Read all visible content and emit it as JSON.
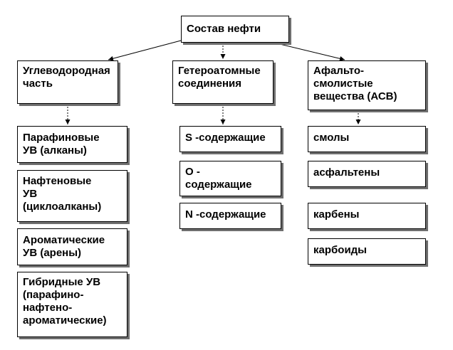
{
  "root": "Состав нефти",
  "columns": [
    {
      "header": "Углеводородная\nчасть",
      "items": [
        "Парафиновые\nУВ (алканы)",
        "Нафтеновые\nУВ\n (циклоалканы)",
        "Ароматические\nУВ (арены)",
        "Гибридные УВ\n(парафино-\nнафтено-\nароматические)"
      ]
    },
    {
      "header": "Гетероатомные\nсоединения",
      "items": [
        "S -содержащие",
        "O -\nсодержащие",
        "N -содержащие"
      ]
    },
    {
      "header": "Афальто-\nсмолистые\nвещества (АСВ)",
      "items": [
        "смолы",
        "асфальтены",
        "карбены",
        "карбоиды"
      ]
    }
  ]
}
